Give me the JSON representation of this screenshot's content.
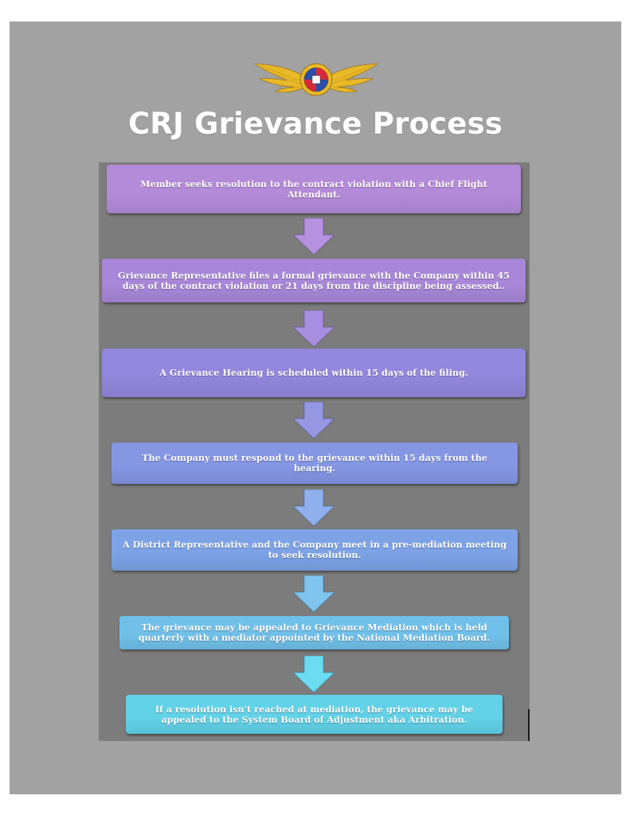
{
  "title": "CRJ Grievance Process",
  "steps": [
    {
      "text": "Member seeks resolution to the contract violation with a Chief Flight Attendant.",
      "color": "#b48bd9"
    },
    {
      "text": "Grievance Representative files a formal grievance with the Company within 45 days of the contract violation or 21 days from the discipline being assessed..",
      "color": "#a887d9"
    },
    {
      "text": "A Grievance Hearing is scheduled within 15 days of the filing.",
      "color": "#9287dd"
    },
    {
      "text": "The Company must respond to the grievance within 15 days from the hearing.",
      "color": "#8596e3"
    },
    {
      "text": "A District Representative and the Company meet in a pre-mediation meeting to seek resolution.",
      "color": "#7da3e6"
    },
    {
      "text": "The grievance may be appealed to Grievance Mediation which is held quarterly with a mediator appointed by the National Mediation Board.",
      "color": "#70c0e9"
    },
    {
      "text": "If a resolution isn't reached at mediation, the grievance may be appealed to the System Board of Adjustment aka Arbitration.",
      "color": "#62d2e8"
    }
  ],
  "arrows": [
    {
      "color": "#b591df"
    },
    {
      "color": "#a68ee0"
    },
    {
      "color": "#9597e3"
    },
    {
      "color": "#8fb0ec"
    },
    {
      "color": "#7ec4ef"
    },
    {
      "color": "#6bdcf1"
    }
  ],
  "logo": {
    "icon": "wings-emblem-icon",
    "wing_color": "#e9b928",
    "emblem_color": "#d8283c"
  }
}
